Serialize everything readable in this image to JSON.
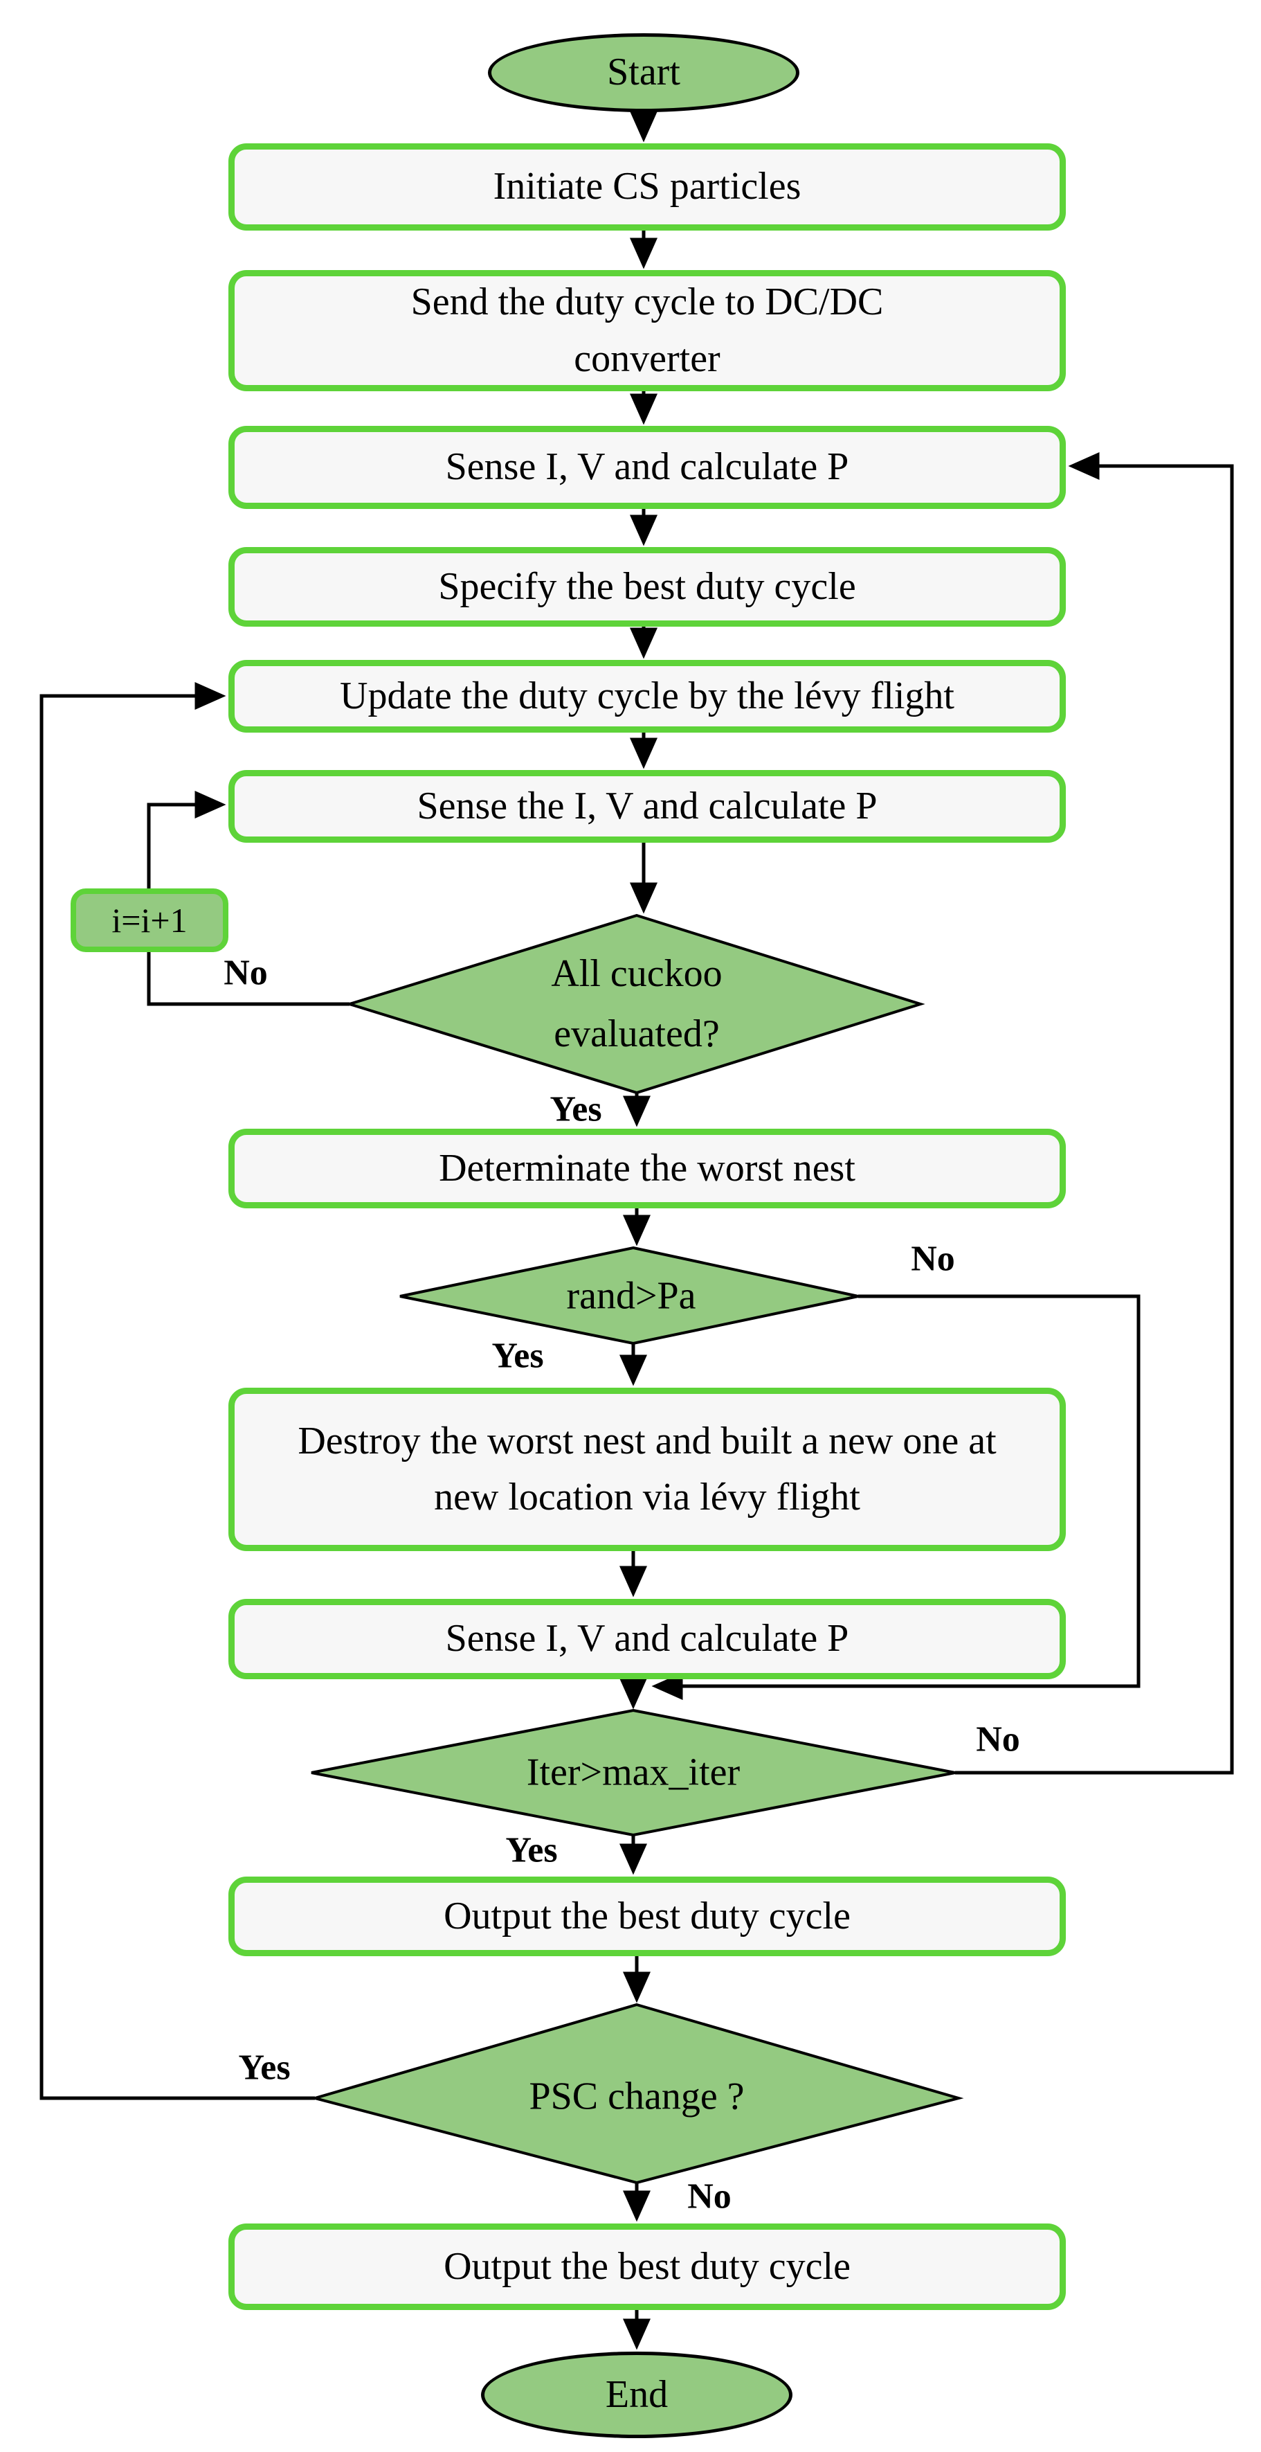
{
  "colors": {
    "node_green": "#94ca81",
    "box_border": "#5ed339",
    "box_fill": "#f7f7f7",
    "line_black": "#000000"
  },
  "flowchart": {
    "start": "Start",
    "end": "End",
    "steps": {
      "initiate": "Initiate CS particles",
      "send_duty": "Send the duty cycle to DC/DC converter",
      "sense1": "Sense I, V and calculate P",
      "specify": "Specify the best duty cycle",
      "update": "Update the duty cycle by the lévy flight",
      "sense2": "Sense the I, V and calculate P",
      "counter": "i=i+1",
      "determinate": "Determinate the worst nest",
      "destroy": "Destroy the worst nest and built a new one at new location via lévy flight",
      "sense3": "Sense I, V and calculate P",
      "output1": "Output the best duty cycle",
      "output2": "Output the best duty cycle"
    },
    "decisions": {
      "all_cuckoo": "All cuckoo evaluated?",
      "rand_pa": "rand>Pa",
      "iter": "Iter>max_iter",
      "psc": "PSC change ?"
    },
    "labels": {
      "yes": "Yes",
      "no": "No"
    }
  }
}
